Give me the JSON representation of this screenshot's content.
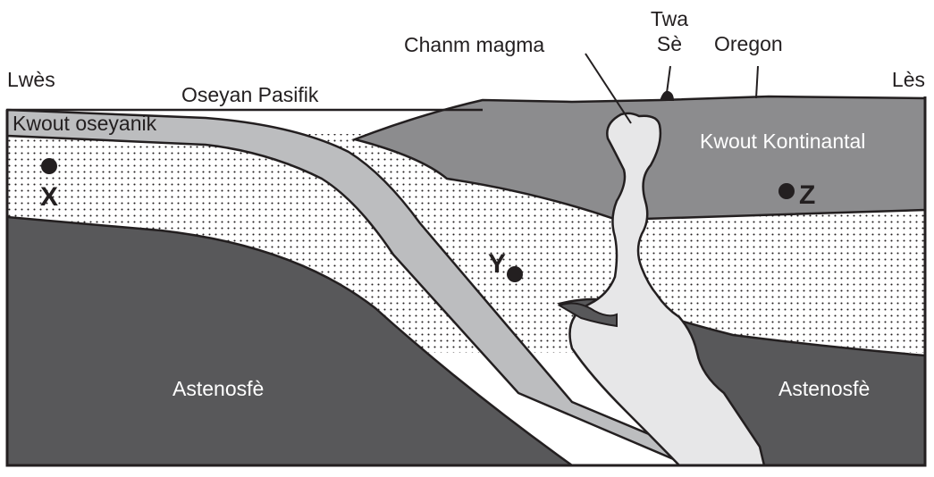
{
  "diagram": {
    "labels": {
      "west": "Lwès",
      "east": "Lès",
      "pacific_ocean": "Oseyan Pasifik",
      "oceanic_crust": "Kwout oseyanik",
      "magma_chamber": "Chanm magma",
      "three_sisters_line1": "Twa",
      "three_sisters_line2": "Sè",
      "oregon": "Oregon",
      "continental_crust": "Kwout Kontinantal",
      "asthenosphere_left": "Astenosfè",
      "asthenosphere_right": "Astenosfè"
    },
    "points": [
      {
        "id": "X",
        "label": "X"
      },
      {
        "id": "Y",
        "label": "Y"
      },
      {
        "id": "Z",
        "label": "Z"
      }
    ],
    "colors": {
      "outline": "#231f20",
      "asthenosphere": "#58585a",
      "continental_crust": "#8c8c8e",
      "oceanic_crust": "#bcbdbf",
      "magma": "#e7e7e8",
      "lithosphere_dots": "#231f20",
      "ocean_water": "#ffffff"
    }
  }
}
